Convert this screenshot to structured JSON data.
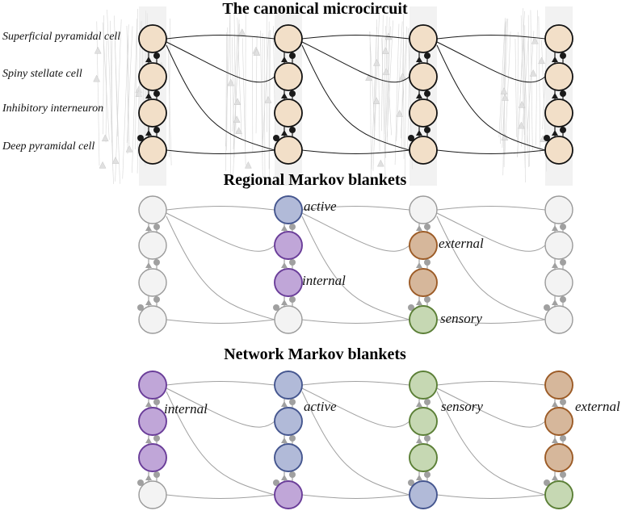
{
  "titles": {
    "top": "The canonical microcircuit",
    "middle": "Regional Markov blankets",
    "bottom": "Network Markov blankets"
  },
  "cell_types": [
    "Superficial pyramidal cell",
    "Spiny stellate cell",
    "Inhibitory interneuron",
    "Deep pyramidal cell"
  ],
  "labels": {
    "regional_active": "active",
    "regional_internal": "internal",
    "regional_external": "external",
    "regional_sensory": "sensory",
    "network_internal": "internal",
    "network_active": "active",
    "network_sensory": "sensory",
    "network_external": "external"
  },
  "colors": {
    "canonical_fill": "#f2dfc8",
    "canonical_stroke": "#111111",
    "inactive_fill": "#f3f3f3",
    "inactive_stroke": "#9a9a9a",
    "internal_fill": "#c0a6d8",
    "internal_stroke": "#6a3d99",
    "active_fill": "#b1bad8",
    "active_stroke": "#45568f",
    "external_fill": "#d6b79b",
    "external_stroke": "#9c5b26",
    "sensory_fill": "#c6d8b3",
    "sensory_stroke": "#5b7f36"
  },
  "regional_roles": [
    [
      "inactive",
      "inactive",
      "inactive",
      "inactive"
    ],
    [
      "active",
      "internal",
      "internal",
      "inactive"
    ],
    [
      "inactive",
      "external",
      "external",
      "sensory"
    ],
    [
      "inactive",
      "inactive",
      "inactive",
      "inactive"
    ]
  ],
  "network_roles": [
    [
      "internal",
      "internal",
      "internal",
      "inactive"
    ],
    [
      "active",
      "active",
      "active",
      "internal"
    ],
    [
      "sensory",
      "sensory",
      "sensory",
      "active"
    ],
    [
      "external",
      "external",
      "external",
      "sensory"
    ]
  ]
}
